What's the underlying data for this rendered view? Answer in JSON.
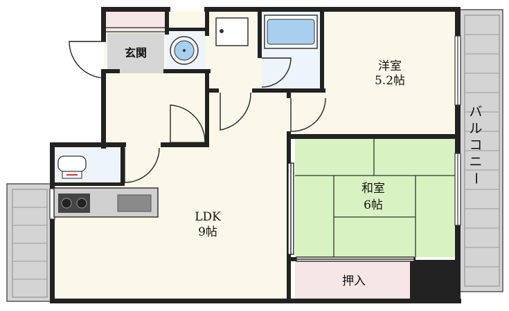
{
  "rooms": {
    "entrance": {
      "label": "玄関"
    },
    "western_room": {
      "name": "洋室",
      "size": "5.2帖"
    },
    "japanese_room": {
      "name": "和室",
      "size": "6帖"
    },
    "ldk": {
      "name": "LDK",
      "size": "9帖"
    },
    "closet": {
      "label": "押入"
    },
    "balcony": {
      "label_chars": [
        "バ",
        "ル",
        "コ",
        "ニ",
        "ー"
      ]
    }
  },
  "colors": {
    "wall": "#222222",
    "floor": "#fbf8ea",
    "tatami": "#d9f2c2",
    "closet": "#f6e6e6",
    "entrance": "#d6d6d6",
    "wet_area": "#eef4fb",
    "balcony": "#d4d4d4",
    "kitchen": "#d0d0d0",
    "bath_water": "#a8cfee"
  }
}
